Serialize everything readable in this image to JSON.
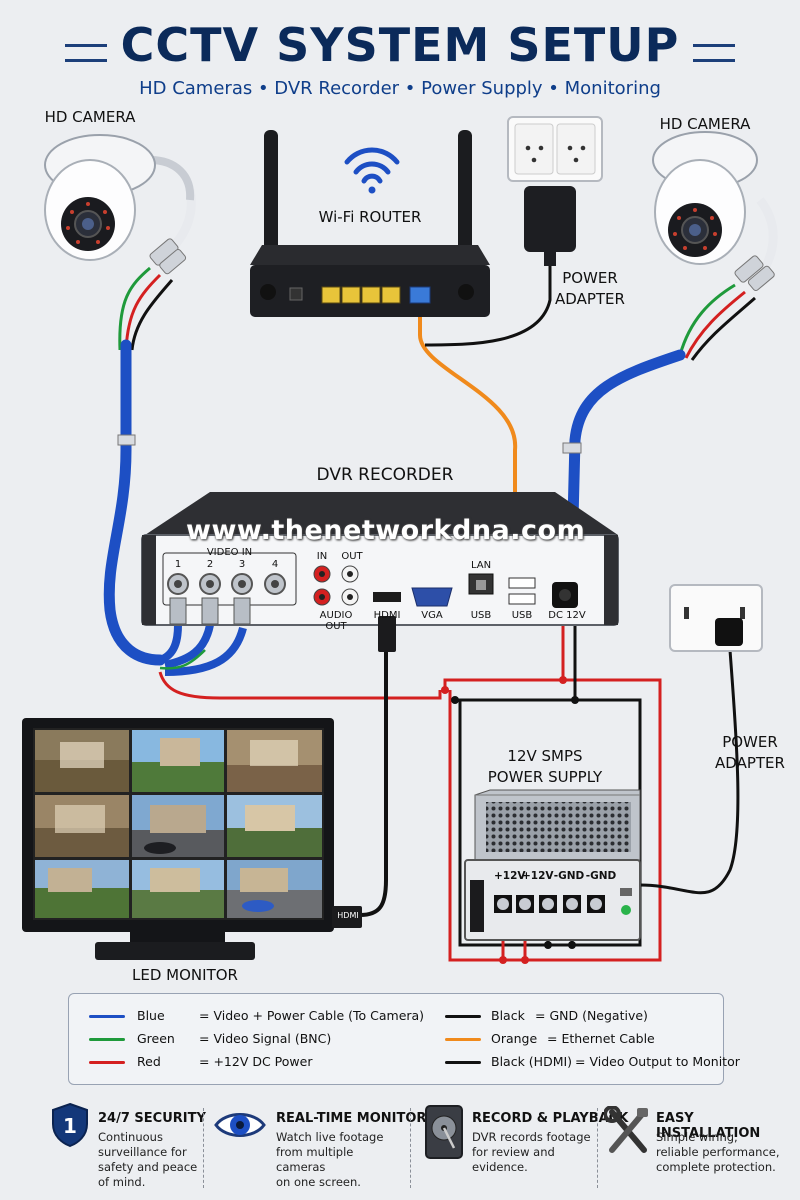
{
  "title": "CCTV SYSTEM SETUP",
  "subtitle": "HD Cameras  •  DVR Recorder  •  Power Supply  •  Monitoring",
  "labels": {
    "camera_left": "HD CAMERA",
    "camera_right": "HD CAMERA",
    "router": "Wi-Fi ROUTER",
    "power_adapter_top": "POWER\nADAPTER",
    "power_adapter_right": "POWER\nADAPTER",
    "dvr": "DVR RECORDER",
    "watermark": "www.thenetworkdna.com",
    "smps": "12V SMPS\nPOWER SUPPLY",
    "monitor": "LED MONITOR",
    "monitor_hdmi": "HDMI"
  },
  "dvr_ports": {
    "video_in": "VIDEO IN",
    "channels": [
      "1",
      "2",
      "3",
      "4"
    ],
    "in": "IN",
    "out": "OUT",
    "audio_out": "AUDIO OUT",
    "hdmi": "HDMI",
    "vga": "VGA",
    "lan": "LAN",
    "usb1": "USB",
    "usb2": "USB",
    "dc": "DC 12V"
  },
  "smps_terminals": [
    "+12V",
    "+12V",
    "-GND",
    "-GND"
  ],
  "legend": [
    {
      "color": "#1d4fc4",
      "name": "Blue",
      "desc": "= Video + Power Cable (To Camera)"
    },
    {
      "color": "#1f9a3b",
      "name": "Green",
      "desc": "= Video Signal (BNC)"
    },
    {
      "color": "#d42020",
      "name": "Red",
      "desc": "= +12V DC Power"
    },
    {
      "color": "#111111",
      "name": "Black",
      "desc": "= GND (Negative)"
    },
    {
      "color": "#f08a1c",
      "name": "Orange",
      "desc": "= Ethernet Cable"
    },
    {
      "color": "#111111",
      "name": "Black (HDMI)",
      "desc": "= Video Output to Monitor"
    }
  ],
  "features": [
    {
      "icon": "shield-icon",
      "title": "24/7 SECURITY",
      "desc": "Continuous\nsurveillance for\nsafety and peace\nof mind."
    },
    {
      "icon": "eye-icon",
      "title": "REAL-TIME MONITORING",
      "desc": "Watch live footage\nfrom multiple cameras\non one screen."
    },
    {
      "icon": "hard-drive-icon",
      "title": "RECORD & PLAYBACK",
      "desc": "DVR records footage\nfor review and\nevidence."
    },
    {
      "icon": "tools-icon",
      "title": "EASY INSTALLATION",
      "desc": "Simple wiring,\nreliable performance,\ncomplete protection."
    }
  ],
  "shield_number": "1",
  "colors": {
    "blue": "#1d4fc4",
    "green": "#1f9a3b",
    "red": "#d42020",
    "orange": "#f08a1c",
    "title": "#0b2a5a"
  }
}
